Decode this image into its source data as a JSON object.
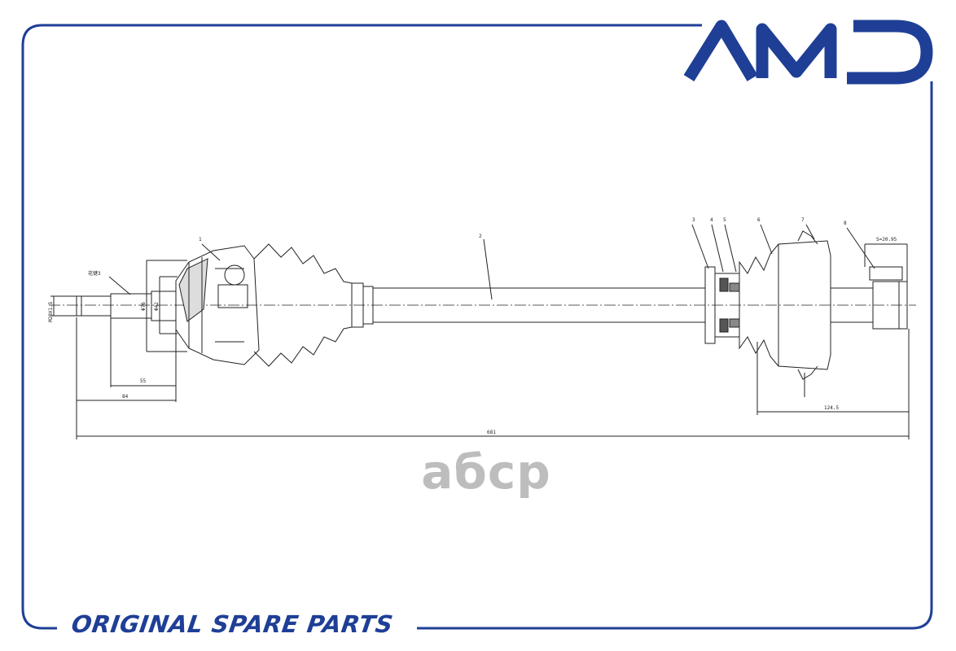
{
  "brand": {
    "logo_text": "AMD",
    "tagline": "ORIGINAL SPARE PARTS",
    "watermark": "aбcp",
    "colors": {
      "brand_blue": "#1f3f96",
      "watermark_grey": "#bdbdbd",
      "line": "#222222"
    }
  },
  "drawing": {
    "part_numbers": [
      "1",
      "2",
      "3",
      "4",
      "5",
      "6",
      "7",
      "8"
    ],
    "dimensions": {
      "spline_spec": "M20X1.5",
      "spline_callout": "花键3",
      "dia_outer": "Φ76",
      "dia_inner": "Φ42",
      "len_55": "55",
      "len_84": "84",
      "overall": "681",
      "right_offset": "124.5",
      "right_spline": "S=20.95"
    }
  }
}
